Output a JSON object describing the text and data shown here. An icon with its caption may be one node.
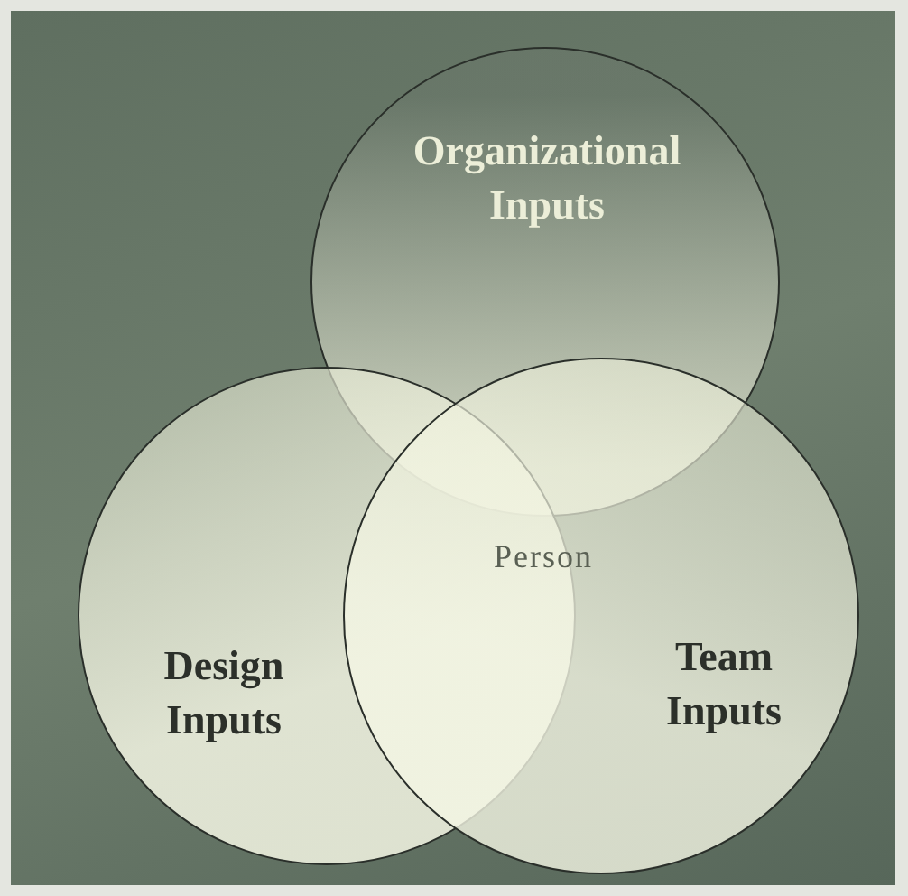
{
  "diagram": {
    "nodes": [
      {
        "text": [
          "Organizational Inputs"
        ]
      },
      {
        "text": [
          "Design Inputs"
        ]
      },
      {
        "text": [
          "Team Inputs"
        ]
      }
    ],
    "labels": [
      "Person"
    ]
  }
}
